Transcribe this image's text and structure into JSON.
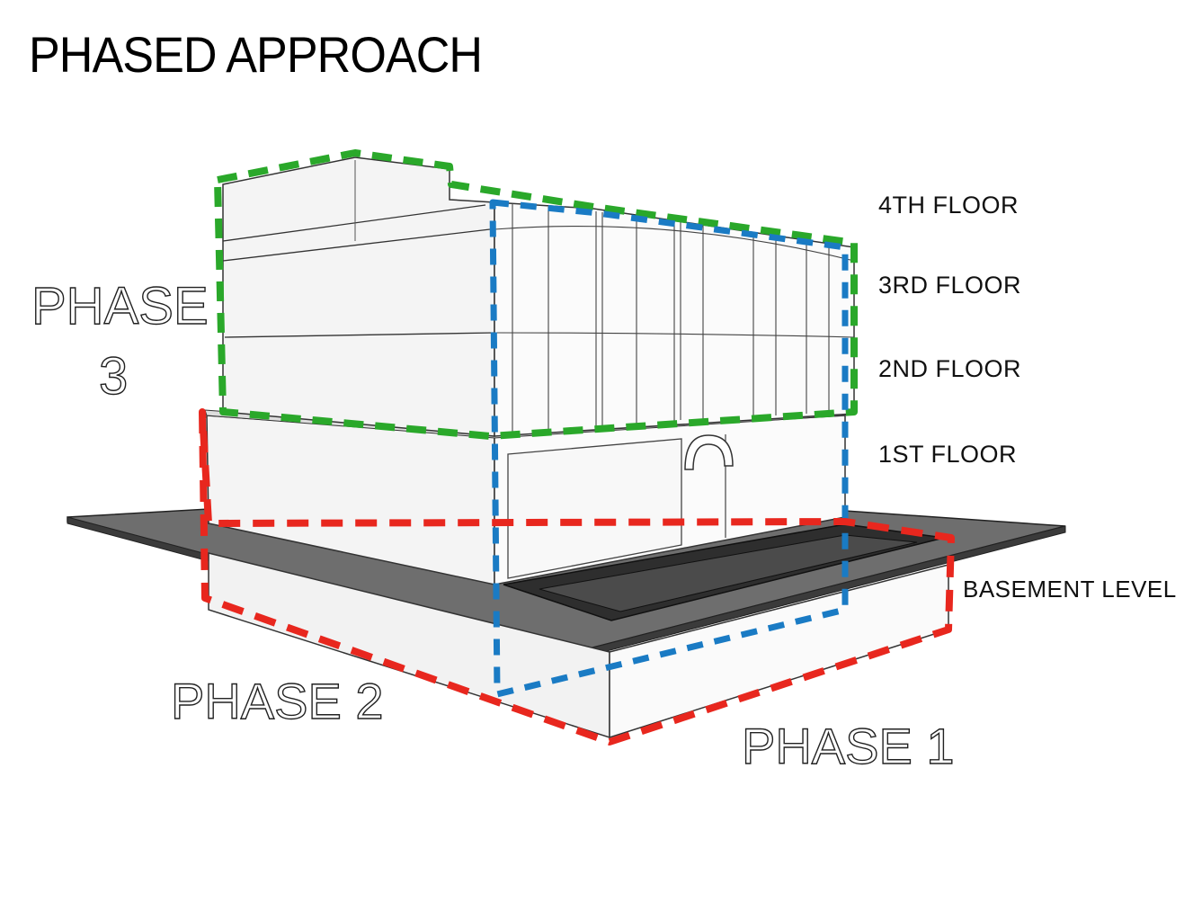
{
  "title": "PHASED APPROACH",
  "floors": {
    "fourth": "4TH FLOOR",
    "third": "3RD FLOOR",
    "second": "2ND FLOOR",
    "first": "1ST FLOOR",
    "basement": "BASEMENT LEVEL"
  },
  "phases": {
    "phase3_line1": "PHASE",
    "phase3_line2": "3",
    "phase2": "PHASE 2",
    "phase1": "PHASE 1"
  },
  "colors": {
    "phase1": "#e8271e",
    "phase2": "#1a7bc4",
    "phase3": "#2aa82a"
  }
}
